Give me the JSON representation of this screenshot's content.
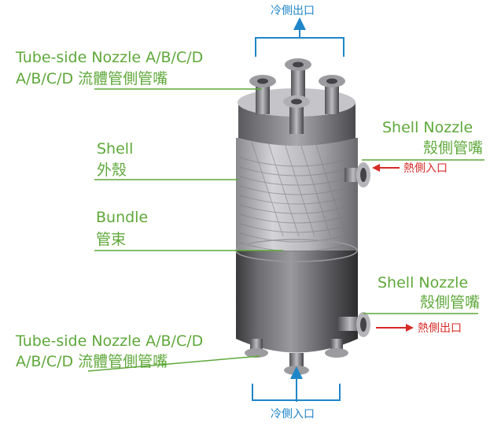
{
  "labels": {
    "tube_nozzle_top_en": "Tube-side Nozzle A/B/C/D",
    "tube_nozzle_top_zh": "A/B/C/D 流體管側管嘴",
    "shell_en": "Shell",
    "shell_zh": "外殼",
    "bundle_en": "Bundle",
    "bundle_zh": "管束",
    "shell_nozzle_top_en": "Shell Nozzle",
    "shell_nozzle_top_zh": "殼側管嘴",
    "shell_nozzle_bottom_en": "Shell Nozzle",
    "shell_nozzle_bottom_zh": "殼側管嘴",
    "tube_nozzle_bottom_en": "Tube-side Nozzle A/B/C/D",
    "tube_nozzle_bottom_zh": "A/B/C/D 流體管側管嘴"
  },
  "flows": {
    "cold_outlet": "冷側出口",
    "cold_inlet": "冷側入口",
    "hot_inlet": "熱側入口",
    "hot_outlet": "熱側出口"
  },
  "colors": {
    "label_green": "#5fa83a",
    "cold_blue": "#1f86c8",
    "hot_red": "#d62b27"
  }
}
